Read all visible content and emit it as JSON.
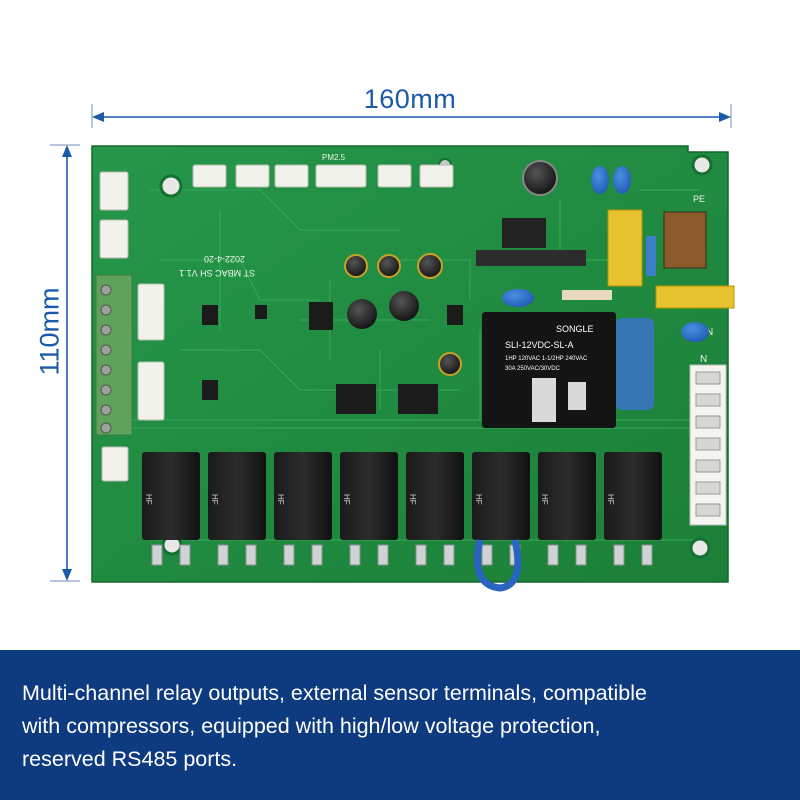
{
  "dimensions": {
    "width_label": "160mm",
    "height_label": "110mm"
  },
  "board": {
    "relay_main": {
      "brand": "SONGLE",
      "model": "SLI-12VDC-SL-A",
      "rating_line1": "1HP 120VAC 1-1/2HP 240VAC",
      "rating_line2": "30A 250VAC/30VDC"
    },
    "relay_small_label": "HF",
    "connector_labels": [
      "PM2.5",
      "PE",
      "N",
      "N"
    ],
    "silkscreen": [
      "ST MBAC SH V1.1",
      "2022-4-20"
    ],
    "relay_count": 8
  },
  "caption": {
    "line1": "Multi-channel relay outputs, external sensor terminals, compatible",
    "line2": "with compressors, equipped with high/low voltage protection,",
    "line3": "reserved RS485 ports."
  },
  "colors": {
    "pcb_green": "#1f8a3a",
    "dimension_blue": "#1a5aa8",
    "caption_band": "#0e3a80"
  }
}
